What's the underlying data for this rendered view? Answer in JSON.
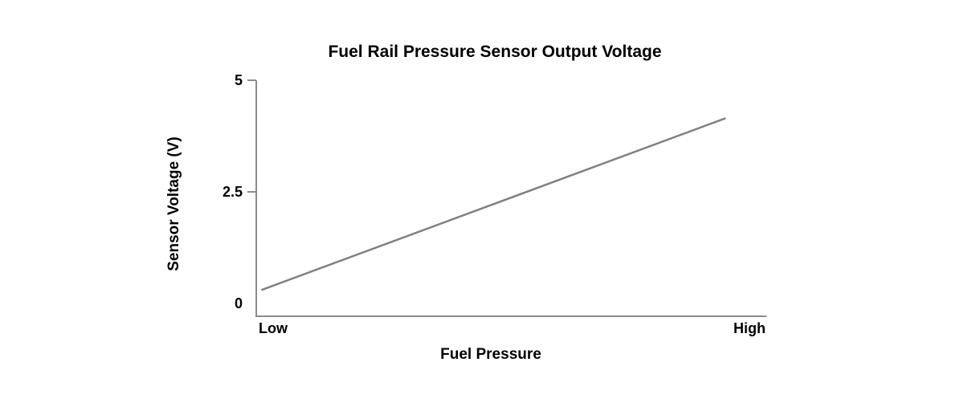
{
  "chart_data": {
    "type": "line",
    "title": "Fuel Rail Pressure Sensor Output Voltage",
    "xlabel": "Fuel Pressure",
    "ylabel": "Sensor Voltage (V)",
    "x_tick_labels": [
      "Low",
      "High"
    ],
    "y_ticks": [
      {
        "value": 0,
        "label": "0"
      },
      {
        "value": 2.5,
        "label": "2.5"
      },
      {
        "value": 5,
        "label": "5"
      }
    ],
    "ylim": [
      0,
      5
    ],
    "grid": false,
    "legend": "none",
    "series": [
      {
        "x_fraction": [
          0.01,
          0.92
        ],
        "y": [
          0.3,
          4.15
        ]
      }
    ],
    "colors": {
      "line": "#808080",
      "axis": "#8c8c8c",
      "text": "#000000"
    }
  }
}
